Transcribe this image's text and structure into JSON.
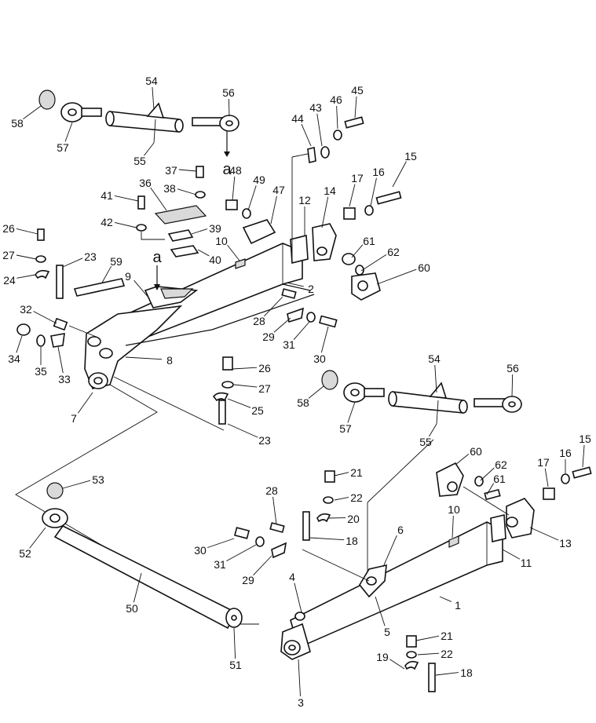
{
  "callouts": [
    {
      "id": "c1",
      "label": "1"
    },
    {
      "id": "c2",
      "label": "2"
    },
    {
      "id": "c3",
      "label": "3"
    },
    {
      "id": "c4",
      "label": "4"
    },
    {
      "id": "c5",
      "label": "5"
    },
    {
      "id": "c6",
      "label": "6"
    },
    {
      "id": "c7",
      "label": "7"
    },
    {
      "id": "c8",
      "label": "8"
    },
    {
      "id": "c9",
      "label": "9"
    },
    {
      "id": "c10a",
      "label": "10"
    },
    {
      "id": "c10b",
      "label": "10"
    },
    {
      "id": "c11",
      "label": "11"
    },
    {
      "id": "c12",
      "label": "12"
    },
    {
      "id": "c13",
      "label": "13"
    },
    {
      "id": "c14",
      "label": "14"
    },
    {
      "id": "c15a",
      "label": "15"
    },
    {
      "id": "c15b",
      "label": "15"
    },
    {
      "id": "c16a",
      "label": "16"
    },
    {
      "id": "c16b",
      "label": "16"
    },
    {
      "id": "c17a",
      "label": "17"
    },
    {
      "id": "c17b",
      "label": "17"
    },
    {
      "id": "c18a",
      "label": "18"
    },
    {
      "id": "c18b",
      "label": "18"
    },
    {
      "id": "c19",
      "label": "19"
    },
    {
      "id": "c20",
      "label": "20"
    },
    {
      "id": "c21a",
      "label": "21"
    },
    {
      "id": "c21b",
      "label": "21"
    },
    {
      "id": "c22a",
      "label": "22"
    },
    {
      "id": "c22b",
      "label": "22"
    },
    {
      "id": "c23a",
      "label": "23"
    },
    {
      "id": "c23b",
      "label": "23"
    },
    {
      "id": "c24",
      "label": "24"
    },
    {
      "id": "c25",
      "label": "25"
    },
    {
      "id": "c26a",
      "label": "26"
    },
    {
      "id": "c26b",
      "label": "26"
    },
    {
      "id": "c27a",
      "label": "27"
    },
    {
      "id": "c27b",
      "label": "27"
    },
    {
      "id": "c28a",
      "label": "28"
    },
    {
      "id": "c28b",
      "label": "28"
    },
    {
      "id": "c29a",
      "label": "29"
    },
    {
      "id": "c29b",
      "label": "29"
    },
    {
      "id": "c30a",
      "label": "30"
    },
    {
      "id": "c30b",
      "label": "30"
    },
    {
      "id": "c31a",
      "label": "31"
    },
    {
      "id": "c31b",
      "label": "31"
    },
    {
      "id": "c32",
      "label": "32"
    },
    {
      "id": "c33",
      "label": "33"
    },
    {
      "id": "c34",
      "label": "34"
    },
    {
      "id": "c35",
      "label": "35"
    },
    {
      "id": "c36",
      "label": "36"
    },
    {
      "id": "c37",
      "label": "37"
    },
    {
      "id": "c38",
      "label": "38"
    },
    {
      "id": "c39",
      "label": "39"
    },
    {
      "id": "c40",
      "label": "40"
    },
    {
      "id": "c41",
      "label": "41"
    },
    {
      "id": "c42",
      "label": "42"
    },
    {
      "id": "c43",
      "label": "43"
    },
    {
      "id": "c44",
      "label": "44"
    },
    {
      "id": "c45",
      "label": "45"
    },
    {
      "id": "c46",
      "label": "46"
    },
    {
      "id": "c47",
      "label": "47"
    },
    {
      "id": "c48",
      "label": "48"
    },
    {
      "id": "c49",
      "label": "49"
    },
    {
      "id": "c50",
      "label": "50"
    },
    {
      "id": "c51",
      "label": "51"
    },
    {
      "id": "c52",
      "label": "52"
    },
    {
      "id": "c53",
      "label": "53"
    },
    {
      "id": "c54a",
      "label": "54"
    },
    {
      "id": "c54b",
      "label": "54"
    },
    {
      "id": "c55a",
      "label": "55"
    },
    {
      "id": "c55b",
      "label": "55"
    },
    {
      "id": "c56a",
      "label": "56"
    },
    {
      "id": "c56b",
      "label": "56"
    },
    {
      "id": "c57a",
      "label": "57"
    },
    {
      "id": "c57b",
      "label": "57"
    },
    {
      "id": "c58a",
      "label": "58"
    },
    {
      "id": "c58b",
      "label": "58"
    },
    {
      "id": "c59",
      "label": "59"
    },
    {
      "id": "c60a",
      "label": "60"
    },
    {
      "id": "c60b",
      "label": "60"
    },
    {
      "id": "c61a",
      "label": "61"
    },
    {
      "id": "c61b",
      "label": "61"
    },
    {
      "id": "c62a",
      "label": "62"
    },
    {
      "id": "c62b",
      "label": "62"
    }
  ],
  "refs": {
    "a_top": "a",
    "a_mid": "a"
  }
}
